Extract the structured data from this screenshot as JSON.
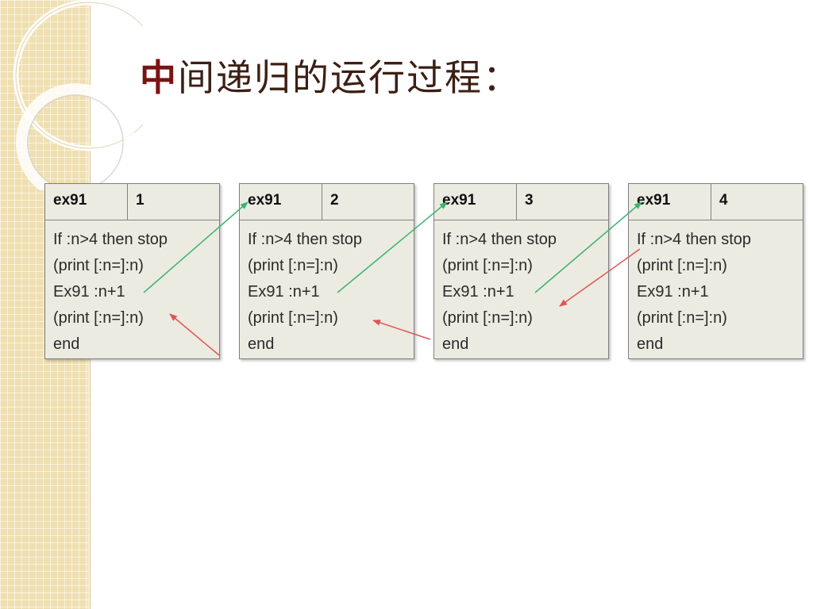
{
  "title": {
    "lead": "中",
    "rest": "间递归的运行过程："
  },
  "frames": [
    {
      "name": "ex91",
      "value": "1",
      "lines": [
        "If :n>4 then stop",
        "(print [:n=]:n)",
        "Ex91 :n+1",
        "(print [:n=]:n)",
        "end"
      ]
    },
    {
      "name": "ex91",
      "value": "2",
      "lines": [
        "If :n>4 then stop",
        "(print [:n=]:n)",
        "Ex91 :n+1",
        "(print [:n=]:n)",
        "end"
      ]
    },
    {
      "name": "ex91",
      "value": "3",
      "lines": [
        "If :n>4 then stop",
        "(print [:n=]:n)",
        "Ex91 :n+1",
        "(print [:n=]:n)",
        "end"
      ]
    },
    {
      "name": "ex91",
      "value": "4",
      "lines": [
        "If :n>4 then stop",
        "(print [:n=]:n)",
        "Ex91 :n+1",
        "(print [:n=]:n)",
        "end"
      ]
    }
  ],
  "colors": {
    "call_arrow": "#3cb371",
    "return_arrow": "#e05555",
    "title": "#3d1f14",
    "title_lead": "#7a1313"
  }
}
